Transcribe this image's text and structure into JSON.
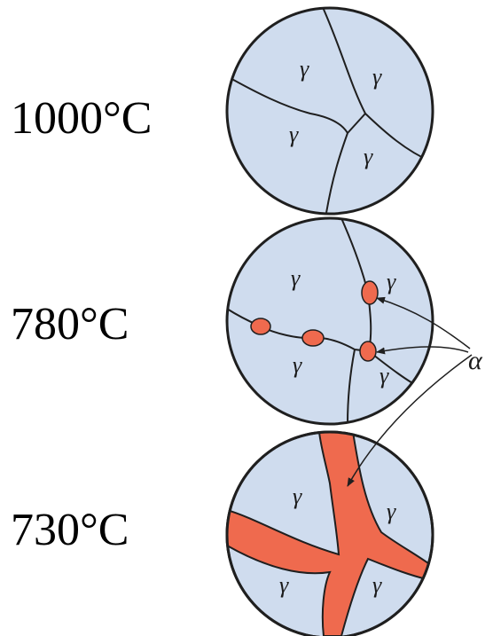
{
  "colors": {
    "grain_fill": "#cfdcee",
    "outline": "#1f1f1f",
    "ferrite": "#ef6a4e"
  },
  "stages": [
    {
      "temperature": "1000°C",
      "phase_symbol": "γ"
    },
    {
      "temperature": "780°C",
      "phase_symbol": "γ"
    },
    {
      "temperature": "730°C",
      "phase_symbol": "γ"
    }
  ],
  "ferrite_label": "α"
}
